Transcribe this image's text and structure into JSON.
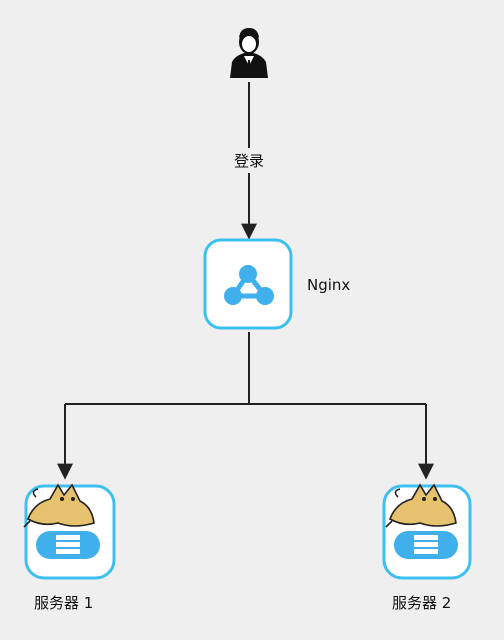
{
  "nodes": {
    "user": {
      "icon": "user-icon"
    },
    "nginx": {
      "label": "Nginx",
      "icon": "share-network-icon"
    },
    "server1": {
      "label": "服务器 1",
      "icons": [
        "tomcat-cat-icon",
        "server-stack-icon"
      ]
    },
    "server2": {
      "label": "服务器 2",
      "icons": [
        "tomcat-cat-icon",
        "server-stack-icon"
      ]
    }
  },
  "edges": {
    "login": {
      "label": "登录"
    }
  },
  "colors": {
    "background": "#efefef",
    "box_border": "#3ec0ef",
    "accent": "#3fb0ec",
    "line": "#222222",
    "user_figure": "#111111",
    "cat_body": "#e6c26e"
  }
}
